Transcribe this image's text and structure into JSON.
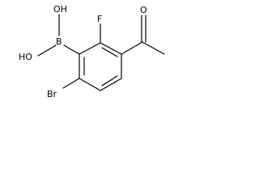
{
  "molecule": {
    "atoms": {
      "oh_top": "OH",
      "oh_left": "HO",
      "boron": "B",
      "fluorine": "F",
      "oxygen": "O",
      "bromine": "Br"
    }
  }
}
